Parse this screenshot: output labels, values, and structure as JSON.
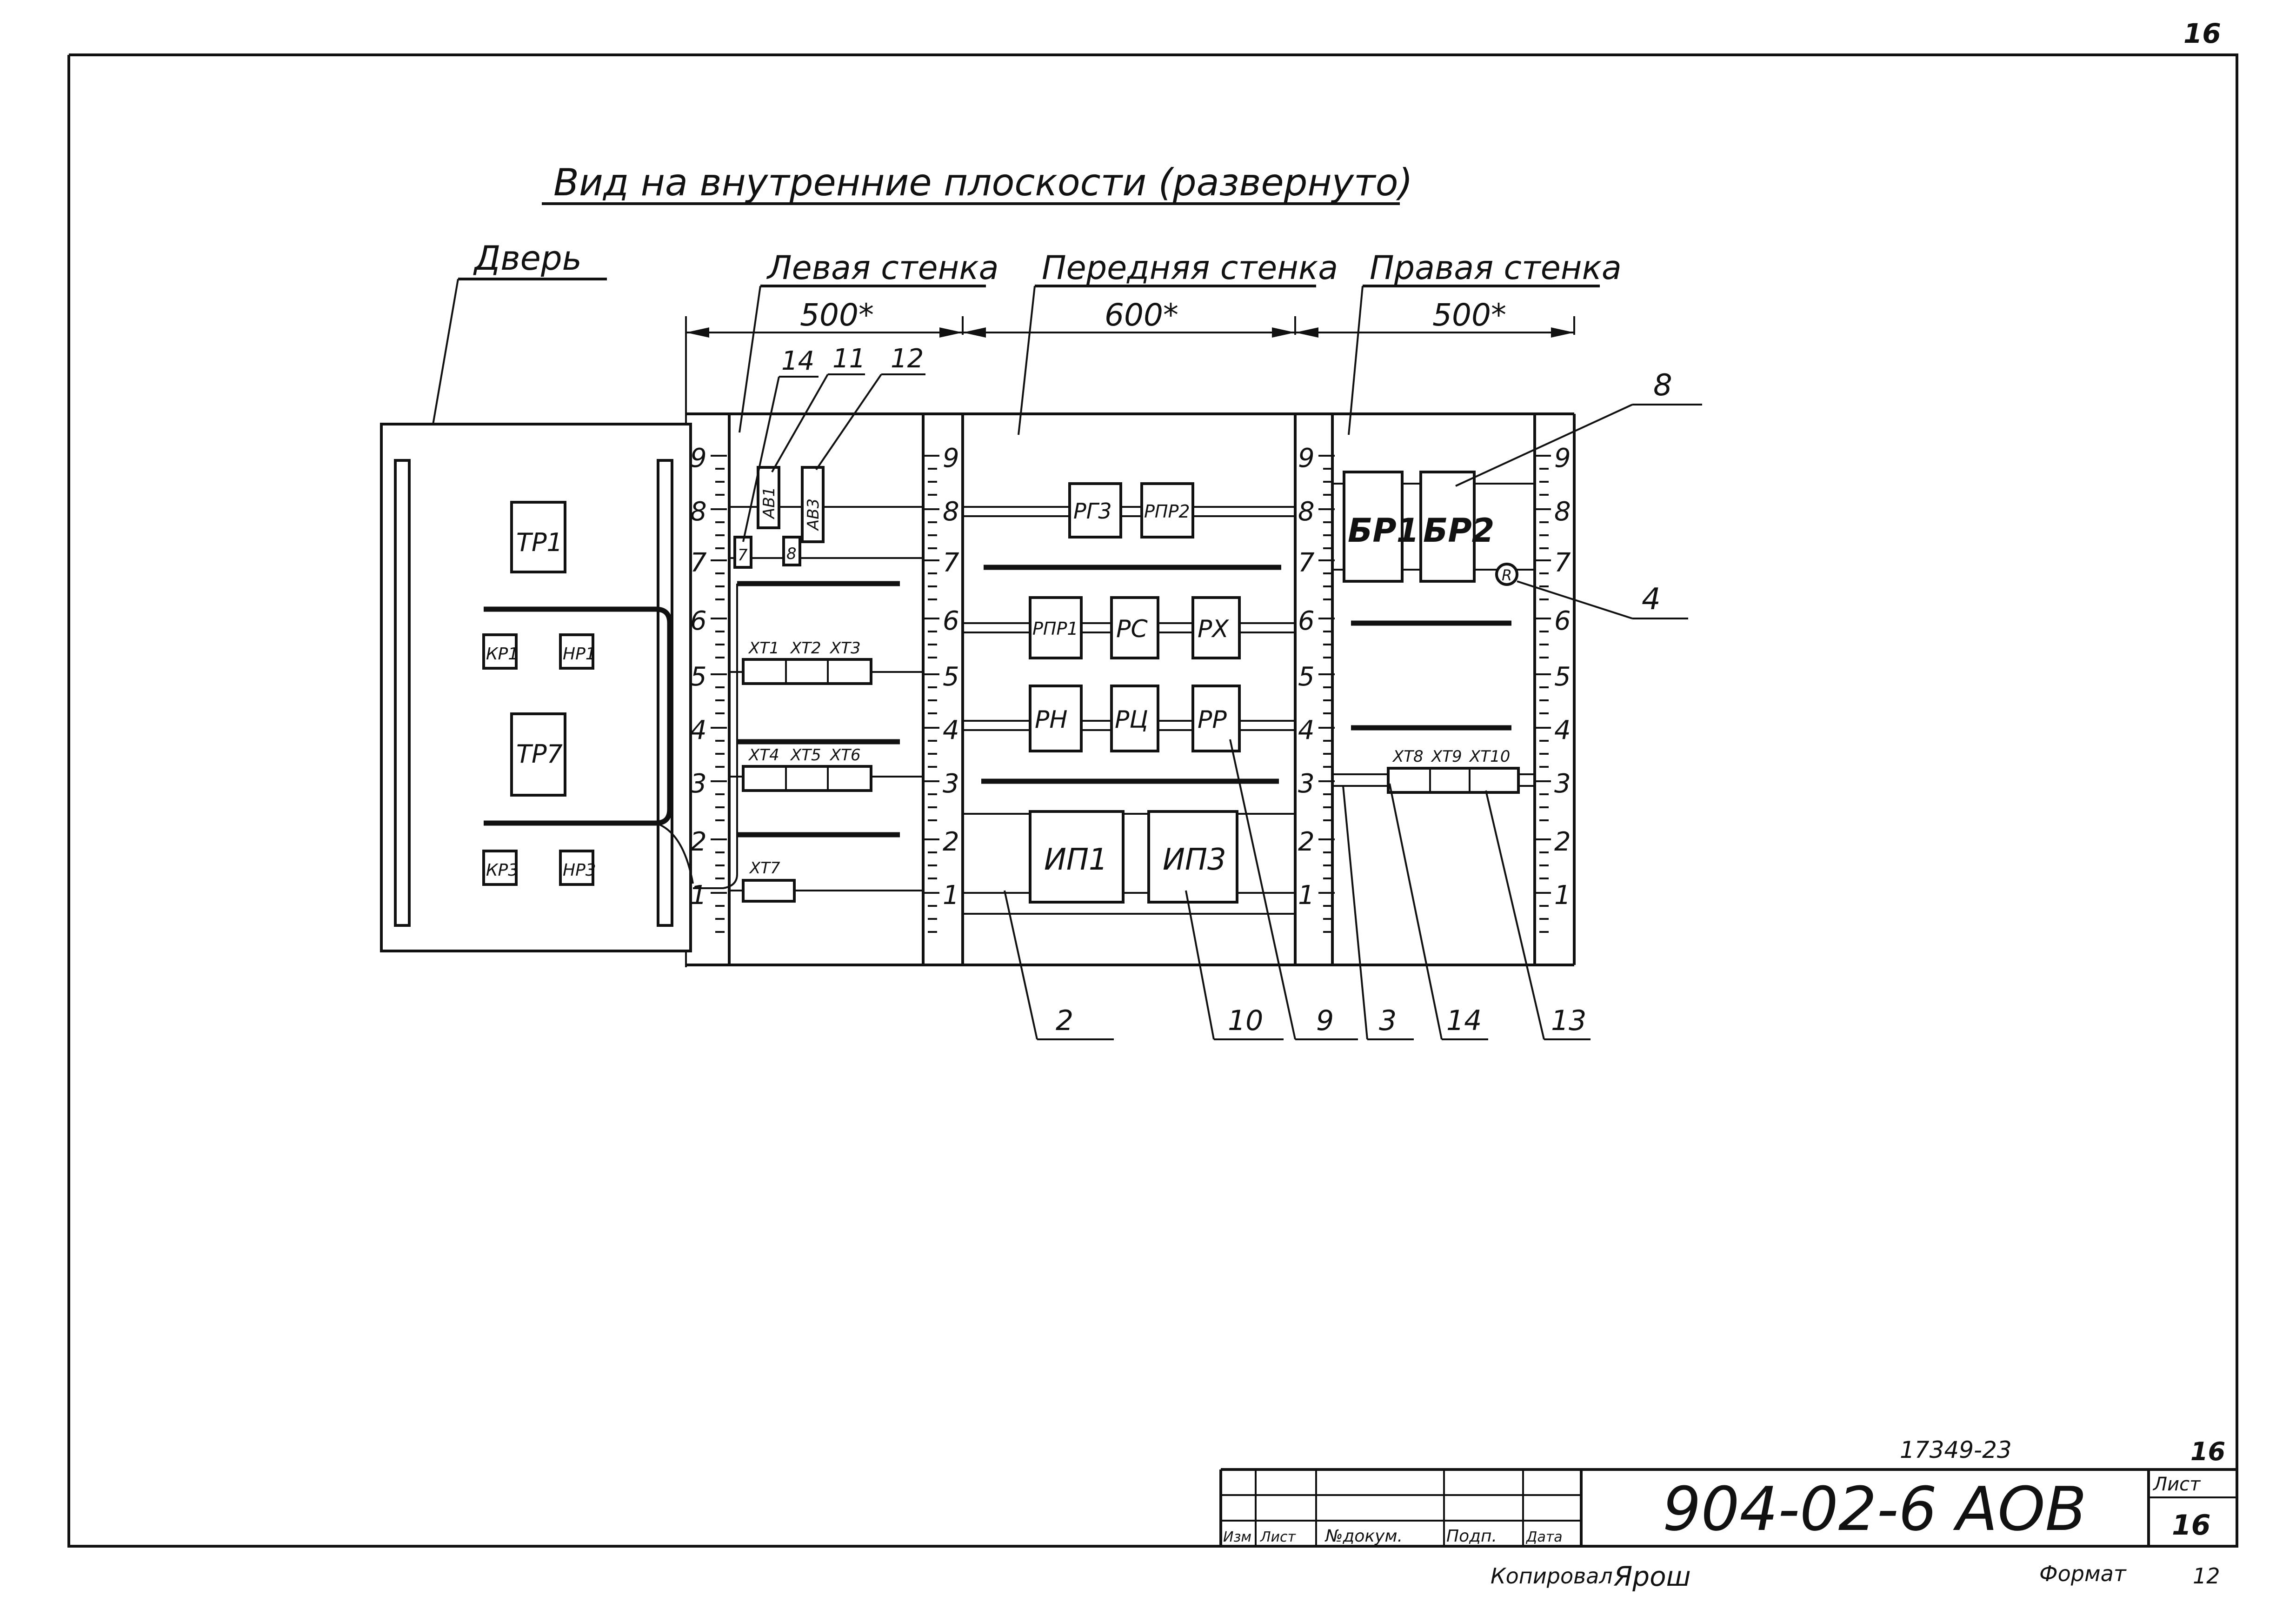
{
  "sheet_corner_number": "16",
  "title": "Вид на внутренние плоскости (развернуто)",
  "sections": {
    "door": "Дверь",
    "left_wall": "Левая стенка",
    "front_wall": "Передняя стенка",
    "right_wall": "Правая стенка"
  },
  "dimensions": {
    "left": "500*",
    "front": "600*",
    "right": "500*"
  },
  "rail_numbers": [
    "1",
    "2",
    "3",
    "4",
    "5",
    "6",
    "7",
    "8",
    "9"
  ],
  "door_devices": [
    "ТР1",
    "КР1",
    "НР1",
    "ТР7",
    "КР3",
    "НР3"
  ],
  "left_devices": [
    "АВ1",
    "АВ3",
    "7",
    "8"
  ],
  "left_terminals": [
    "ХТ1",
    "ХТ2",
    "ХТ3",
    "ХТ4",
    "ХТ5",
    "ХТ6",
    "ХТ7"
  ],
  "front_devices": [
    "РГ3",
    "РПР2",
    "РПР1",
    "РС",
    "РХ",
    "РН",
    "РЦ",
    "РР",
    "ИП1",
    "ИП3"
  ],
  "right_devices": [
    "БР1",
    "БР2",
    "R"
  ],
  "right_terminals": [
    "ХТ8",
    "ХТ9",
    "ХТ10"
  ],
  "callouts_top": [
    "14",
    "11",
    "12",
    "8",
    "4"
  ],
  "callouts_bottom": [
    "2",
    "10",
    "9",
    "3",
    "14",
    "13"
  ],
  "stamp": {
    "archive_number": "17349-23",
    "sheet_top": "16",
    "doc_code": "904-02-6 АОВ",
    "sheet_label": "Лист",
    "sheet_number": "16",
    "columns": [
      "Изм",
      "Лист",
      "№докум.",
      "Подп.",
      "Дата"
    ],
    "copied_by": "Копировал",
    "signature": "Ярош",
    "format_label": "Формат",
    "format_value": "12"
  }
}
